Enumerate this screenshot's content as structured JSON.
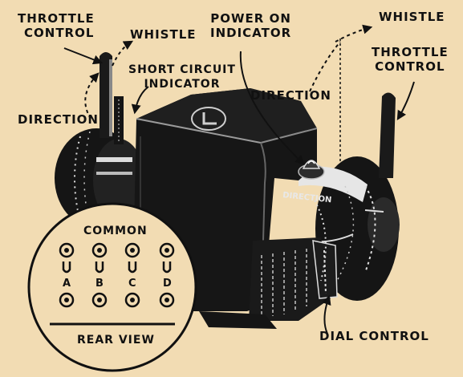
{
  "colors": {
    "background": "#f2dcb3",
    "ink": "#111111",
    "body": "#161616"
  },
  "labels": {
    "throttle_control_left": [
      "THROTTLE",
      "CONTROL"
    ],
    "whistle_left": "WHISTLE",
    "direction_left": "DIRECTION",
    "short_circuit_indicator": [
      "SHORT CIRCUIT",
      "INDICATOR"
    ],
    "power_on_indicator": [
      "POWER ON",
      "INDICATOR"
    ],
    "whistle_right": "WHISTLE",
    "throttle_control_right": [
      "THROTTLE",
      "CONTROL"
    ],
    "direction_right": "DIRECTION",
    "dial_control": "DIAL CONTROL",
    "dial_engraving": "DIRECTION"
  },
  "rear_view": {
    "title": "COMMON",
    "terminals": [
      "A",
      "B",
      "C",
      "D"
    ],
    "footer": "REAR VIEW"
  },
  "icons": [
    "lionel-logo-icon",
    "power-lamp-icon",
    "terminal-icon"
  ]
}
